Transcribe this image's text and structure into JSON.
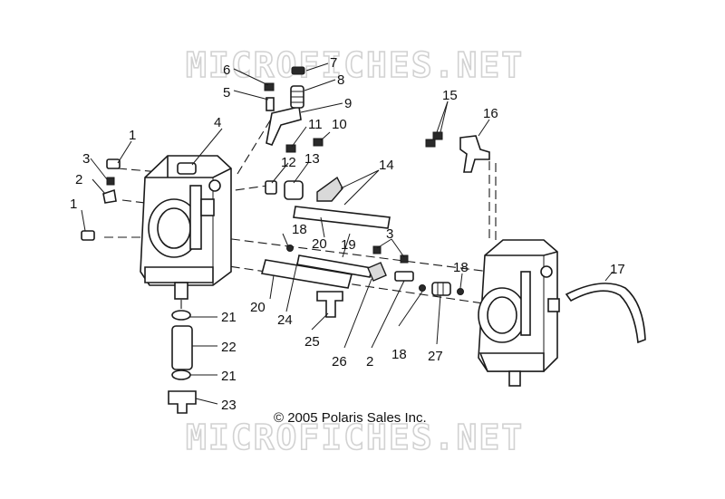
{
  "watermark_top": "MICROFICHES.NET",
  "watermark_bottom": "MICROFICHES.NET",
  "copyright": "© 2005 Polaris Sales Inc.",
  "callouts": {
    "c1a": "1",
    "c1b": "1",
    "c2a": "2",
    "c2b": "2",
    "c3a": "3",
    "c3b": "3",
    "c4": "4",
    "c5": "5",
    "c6": "6",
    "c7": "7",
    "c8": "8",
    "c9": "9",
    "c10": "10",
    "c11": "11",
    "c12": "12",
    "c13": "13",
    "c14": "14",
    "c15": "15",
    "c16": "16",
    "c17": "17",
    "c18a": "18",
    "c18b": "18",
    "c18c": "18",
    "c19": "19",
    "c20a": "20",
    "c20b": "20",
    "c21a": "21",
    "c21b": "21",
    "c22": "22",
    "c23": "23",
    "c24": "24",
    "c25": "25",
    "c26": "26",
    "c27": "27"
  }
}
